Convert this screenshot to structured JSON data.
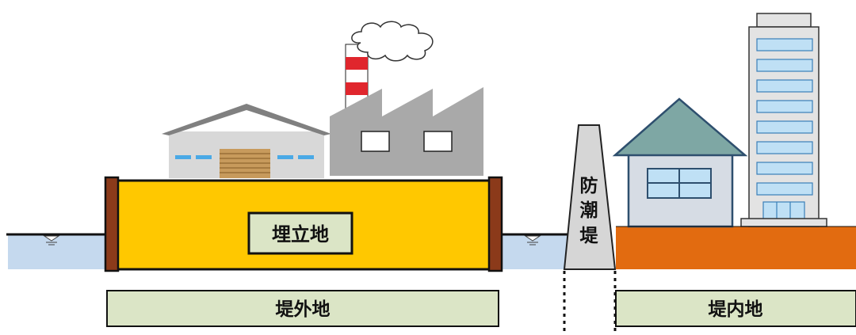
{
  "labels": {
    "reclaimed_land": "埋立地",
    "outside_levee": "堤外地",
    "inside_levee": "堤内地",
    "seawall": [
      "防",
      "潮",
      "堤"
    ]
  },
  "colors": {
    "water": "#c5d9ee",
    "reclaimed_land": "#ffc800",
    "pile": "#8b3a1a",
    "inland_ground": "#e26b10",
    "label_box": "#dbe5c6",
    "seawall": "#d6d6d6",
    "warehouse": "#d8d8d8",
    "factory": "#a9a9a9",
    "house_roof": "#7ea7a4",
    "house_wall": "#d6dce4",
    "window": "#bfe0f5",
    "office": "#e3e3e3"
  },
  "icons": [
    "water-level-icon",
    "smoke-cloud-icon"
  ]
}
